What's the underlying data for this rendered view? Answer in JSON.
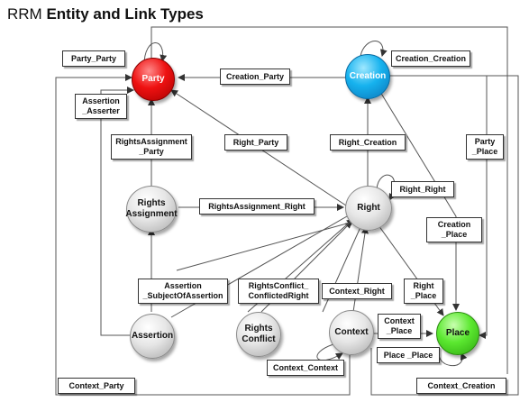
{
  "title": {
    "regular": "RRM",
    "bold": "Entity and Link Types"
  },
  "nodes": {
    "party": "Party",
    "creation": "Creation",
    "rights_assignment": "Rights\nAssignment",
    "right": "Right",
    "assertion": "Assertion",
    "rights_conflict": "Rights\nConflict",
    "context": "Context",
    "place": "Place"
  },
  "links": {
    "party_party": "Party_Party",
    "creation_party": "Creation_Party",
    "creation_creation": "Creation_Creation",
    "assertion_asserter": "Assertion\n_Asserter",
    "rightsassignment_party": "RightsAssignment\n_Party",
    "right_party": "Right_Party",
    "right_creation": "Right_Creation",
    "party_place": "Party\n_Place",
    "right_right": "Right_Right",
    "rightsassignment_right": "RightsAssignment_Right",
    "creation_place": "Creation\n_Place",
    "assertion_subjectofassertion": "Assertion\n_SubjectOfAssertion",
    "rightsconflict_conflictedright": "RightsConflict_\nConflictedRight",
    "context_right": "Context_Right",
    "right_place": "Right\n_Place",
    "context_place": "Context\n_Place",
    "place_place": "Place _Place",
    "context_context": "Context_Context",
    "context_party": "Context_Party",
    "context_creation": "Context_Creation"
  }
}
